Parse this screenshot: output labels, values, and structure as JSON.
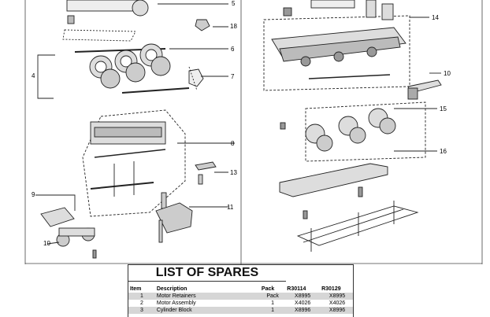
{
  "callouts": [
    "4",
    "5",
    "6",
    "7",
    "8",
    "9",
    "10",
    "11",
    "13",
    "14",
    "15",
    "16",
    "18",
    "10"
  ],
  "spares": {
    "title": "LIST OF SPARES",
    "headers": {
      "item": "Item",
      "description": "Description",
      "pack": "Pack",
      "col_a": "R30114",
      "col_b": "R30129"
    },
    "rows": [
      {
        "item": "1",
        "description": "Motor Retainers",
        "pack": "Pack",
        "a": "X8995",
        "b": "X8995"
      },
      {
        "item": "2",
        "description": "Motor Assembly",
        "pack": "1",
        "a": "X4026",
        "b": "X4026"
      },
      {
        "item": "3",
        "description": "Cylinder Block",
        "pack": "1",
        "a": "X8996",
        "b": "X8996"
      }
    ]
  }
}
